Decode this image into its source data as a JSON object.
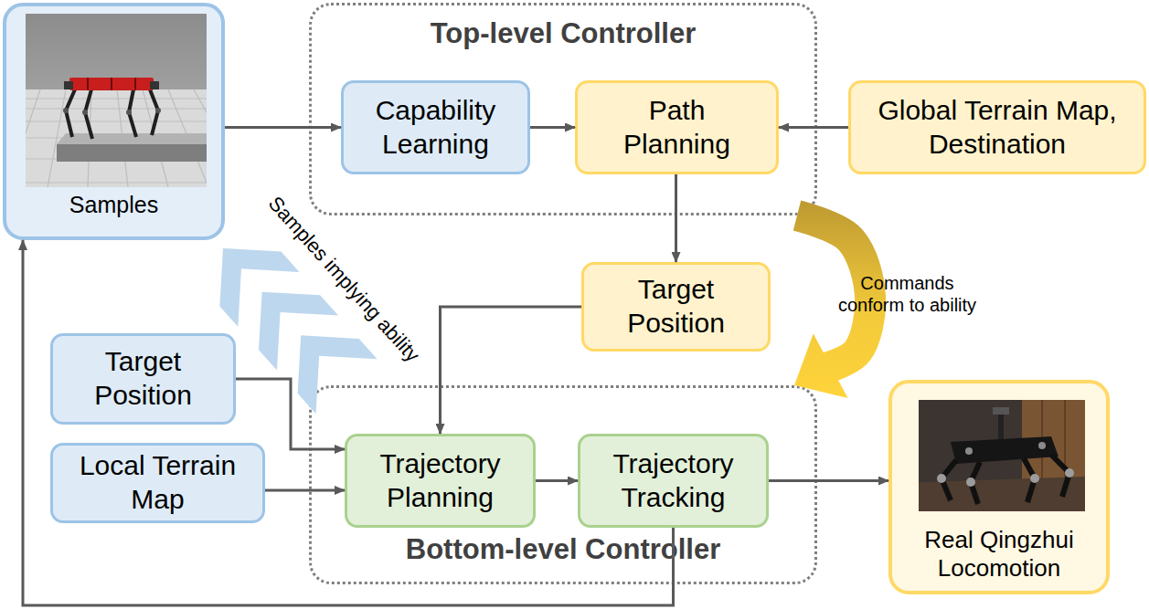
{
  "diagram": {
    "nodes": [
      {
        "text": [
          "Samples"
        ]
      },
      {
        "text": [
          "Top-level Controller"
        ]
      },
      {
        "text": [
          "Capability Learning"
        ],
        "in": 1
      },
      {
        "text": [
          "Path Planning"
        ],
        "in": 1
      },
      {
        "text": [
          "Global Terrain Map, Destination"
        ]
      },
      {
        "text": [
          "Target Position"
        ]
      },
      {
        "text": [
          "Target Position"
        ]
      },
      {
        "text": [
          "Local Terrain Map"
        ]
      },
      {
        "text": [
          "Bottom-level Controller"
        ]
      },
      {
        "text": [
          "Trajectory Planning"
        ],
        "in": 8
      },
      {
        "text": [
          "Trajectory Tracking"
        ],
        "in": 8
      },
      {
        "text": [
          "Real Qingzhui Locomotion"
        ]
      }
    ],
    "edges": [
      {
        "from": 0,
        "to": 2,
        "arrow": "to"
      },
      {
        "from": 2,
        "to": 3,
        "arrow": "to"
      },
      {
        "from": 4,
        "to": 3,
        "arrow": "to"
      },
      {
        "from": 3,
        "to": 5,
        "arrow": "to"
      },
      {
        "from": 5,
        "to": 9,
        "arrow": "to"
      },
      {
        "from": 6,
        "to": 9,
        "arrow": "to"
      },
      {
        "from": 7,
        "to": 9,
        "arrow": "to"
      },
      {
        "from": 9,
        "to": 10,
        "arrow": "to"
      },
      {
        "from": 10,
        "to": 11,
        "arrow": "to"
      },
      {
        "from": 10,
        "to": 0,
        "arrow": "to"
      },
      {
        "from": 1,
        "to": 8,
        "label": "Commands conform to ability",
        "arrow": "to"
      },
      {
        "from": 8,
        "to": 0,
        "label": "Samples implying ability",
        "arrow": "to"
      }
    ]
  }
}
